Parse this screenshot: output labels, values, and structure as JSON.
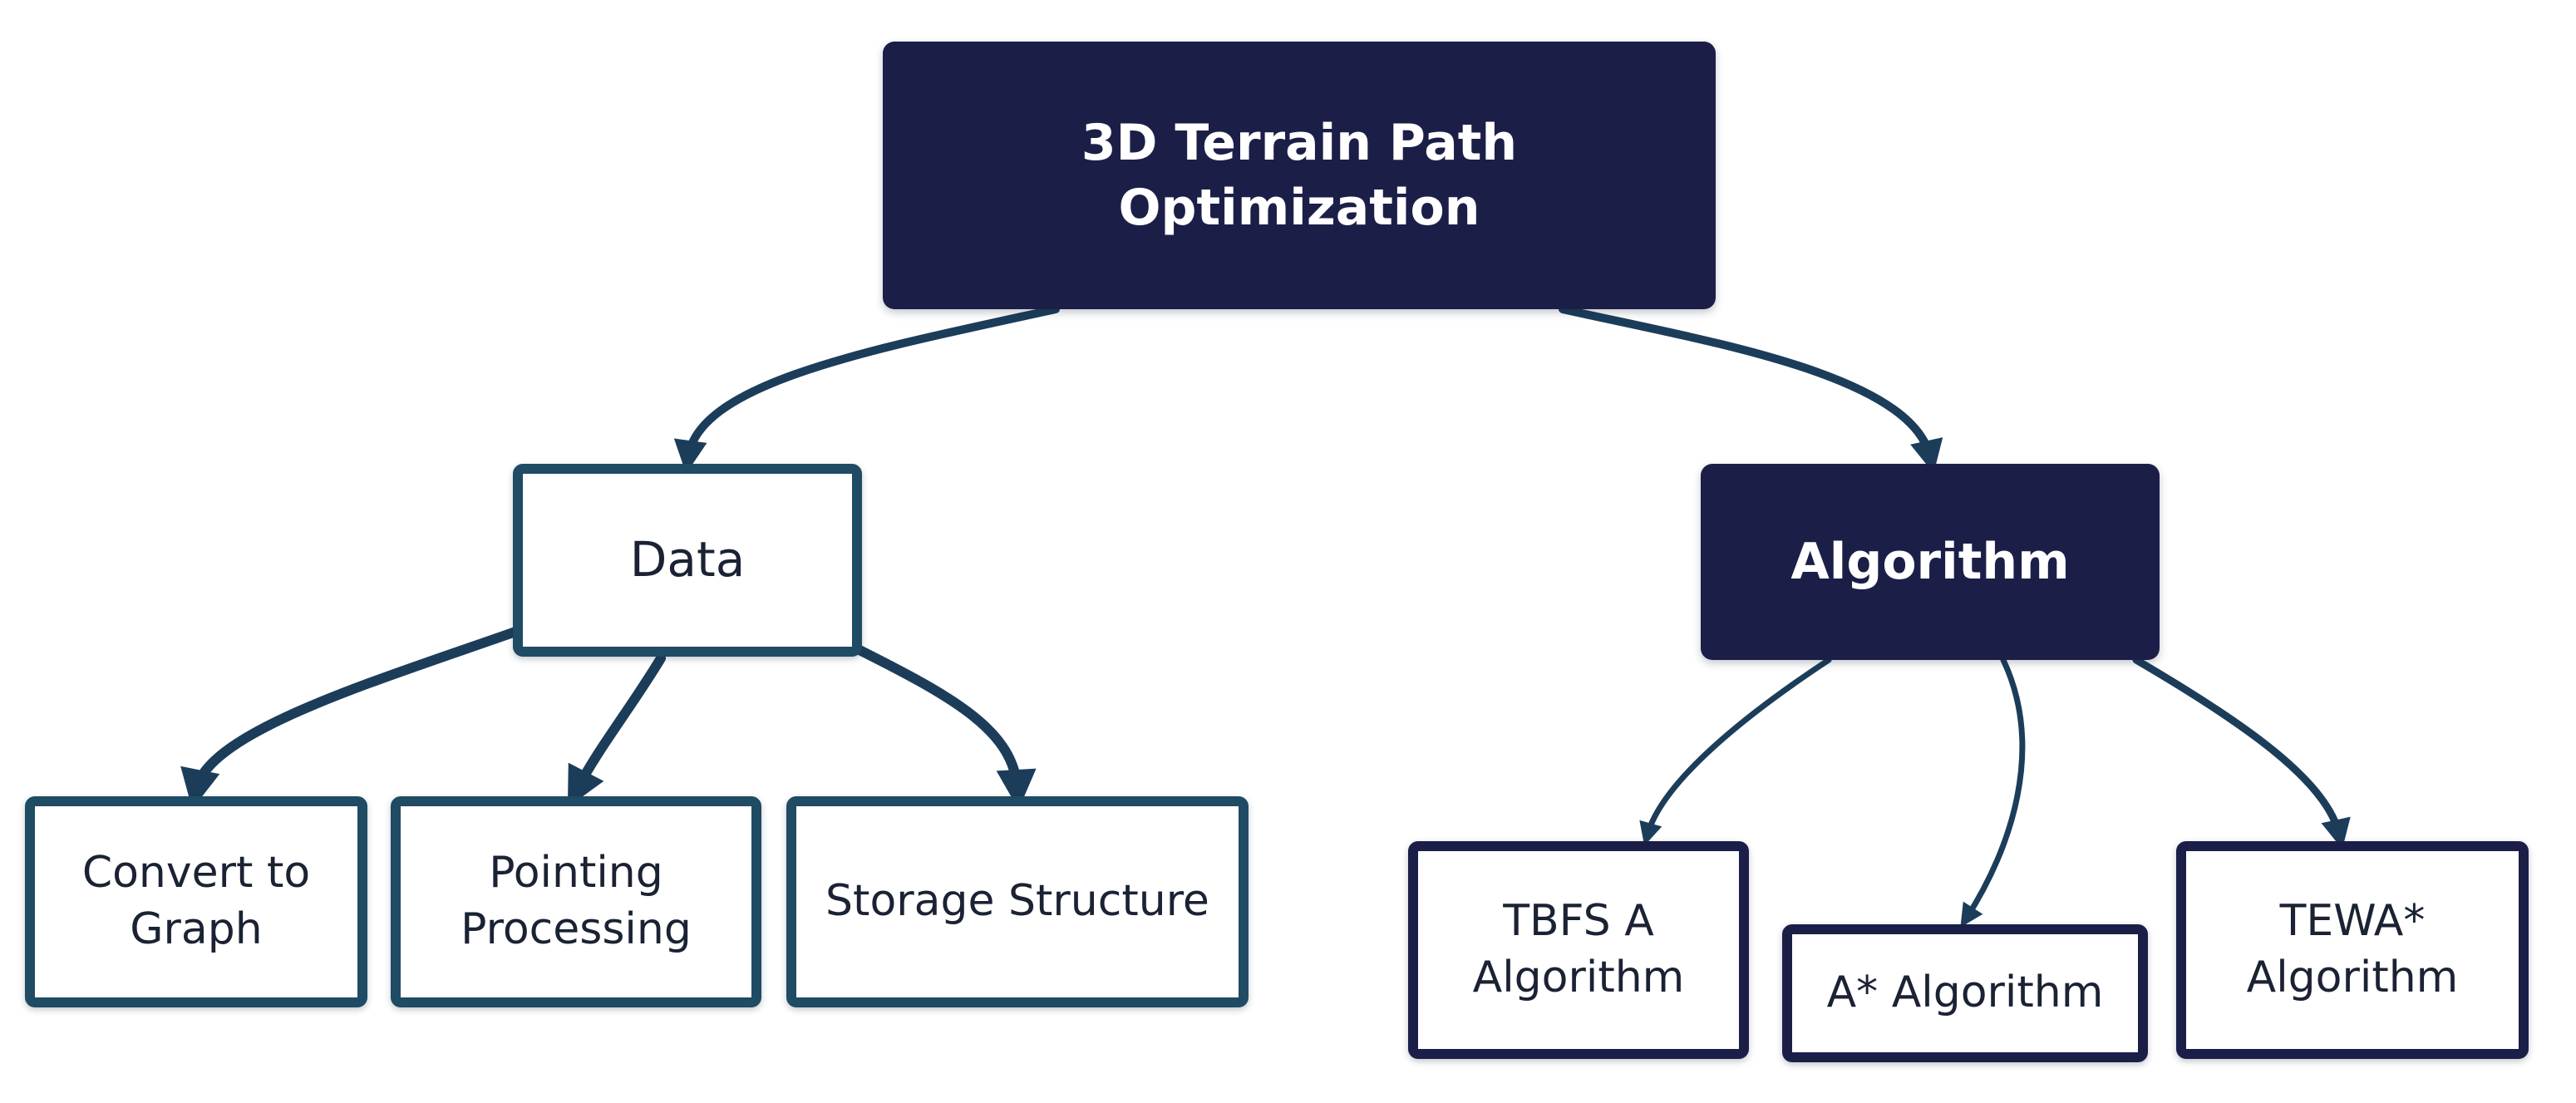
{
  "diagram": {
    "root": {
      "label": "3D Terrain Path\nOptimization"
    },
    "data": {
      "label": "Data",
      "children": {
        "convert": {
          "label": "Convert to\nGraph"
        },
        "pointing": {
          "label": "Pointing\nProcessing"
        },
        "storage": {
          "label": "Storage Structure"
        }
      }
    },
    "algorithm": {
      "label": "Algorithm",
      "children": {
        "tbfs": {
          "label": "TBFS A\nAlgorithm"
        },
        "astar": {
          "label": "A* Algorithm"
        },
        "tewa": {
          "label": "TEWA*\nAlgorithm"
        }
      }
    }
  },
  "colors": {
    "dark_fill": "#1b1f48",
    "teal_border": "#1f4b64",
    "connector": "#1c3d5a",
    "text_dark": "#1a2233",
    "text_light": "#ffffff"
  }
}
